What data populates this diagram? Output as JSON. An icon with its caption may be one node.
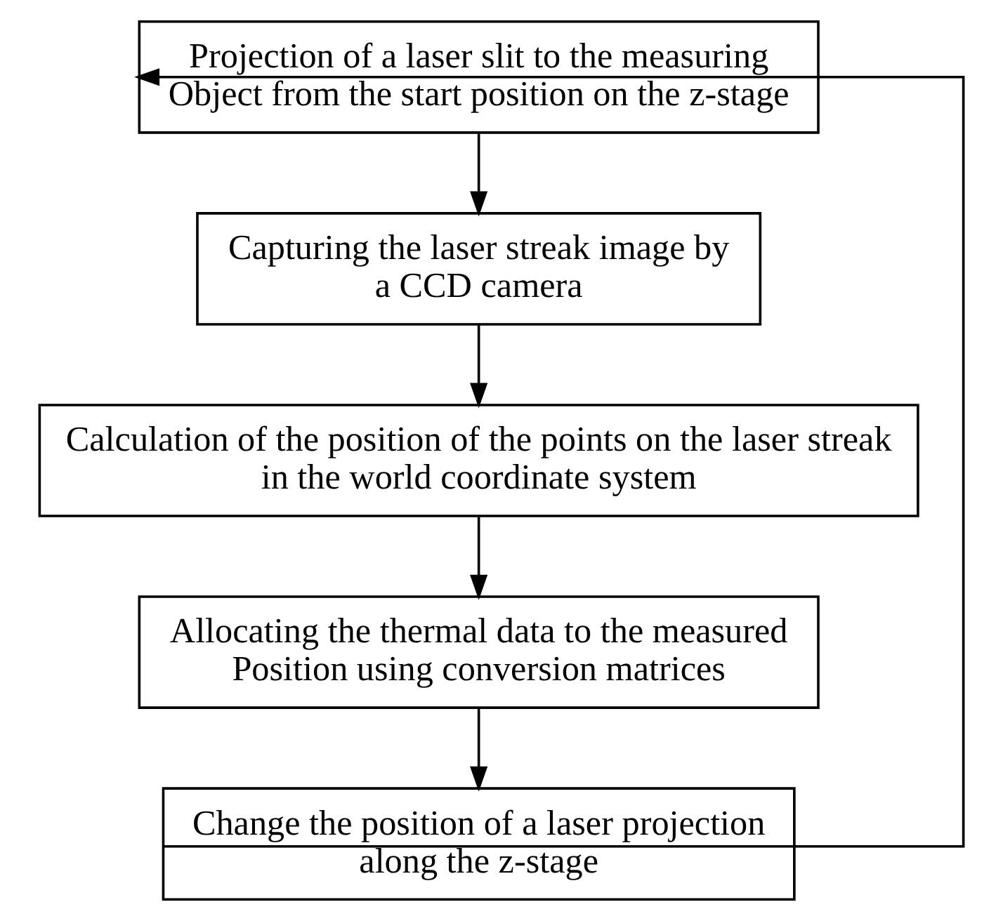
{
  "diagram": {
    "nodes": [
      {
        "text": [
          "Projection of a laser slit to the measuring Object from the start position on the z-stage"
        ]
      },
      {
        "text": [
          "Capturing the laser streak image by a CCD camera"
        ]
      },
      {
        "text": [
          "Calculation of the position of the points on the laser streak in the world coordinate system"
        ]
      },
      {
        "text": [
          "Allocating the thermal data to the measured Position using conversion matrices"
        ]
      },
      {
        "text": [
          "Change the position of a laser projection along the z-stage"
        ]
      }
    ],
    "edges": [
      {
        "from": 0,
        "to": 1,
        "arrow": "to"
      },
      {
        "from": 1,
        "to": 2,
        "arrow": "to"
      },
      {
        "from": 2,
        "to": 3,
        "arrow": "to"
      },
      {
        "from": 3,
        "to": 4,
        "arrow": "to"
      },
      {
        "from": 4,
        "to": 0,
        "arrow": "to"
      }
    ]
  }
}
